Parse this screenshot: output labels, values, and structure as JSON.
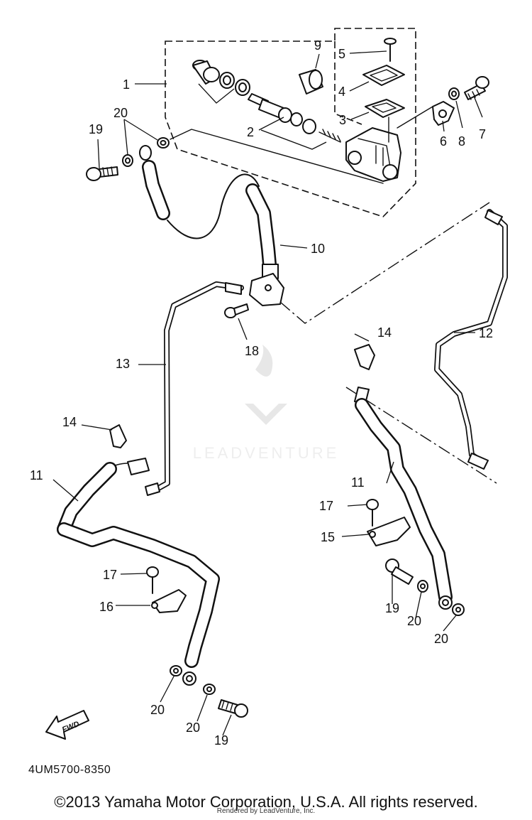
{
  "diagram": {
    "part_numbers": [
      "1",
      "2",
      "3",
      "4",
      "5",
      "6",
      "7",
      "8",
      "9",
      "10",
      "11",
      "12",
      "13",
      "14",
      "15",
      "16",
      "17",
      "18",
      "19",
      "20"
    ],
    "extra_labels": {
      "n11b": "11",
      "n14b": "14",
      "n17b": "17",
      "n19b": "19",
      "n19c": "19",
      "n20b": "20",
      "n20c": "20",
      "n20d": "20",
      "n20e": "20"
    },
    "fwd_label": "FWD",
    "diagram_code": "4UM5700-8350",
    "watermark": "LEADVENTURE"
  },
  "footer": {
    "copyright": "©2013 Yamaha Motor Corporation, U.S.A. All rights reserved.",
    "rendered_by": "Rendered by LeadVenture, Inc."
  }
}
